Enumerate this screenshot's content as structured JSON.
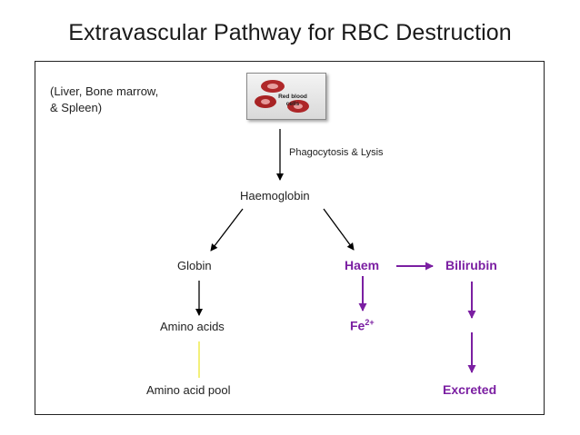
{
  "title": "Extravascular Pathway for RBC Destruction",
  "location": {
    "line1": "(Liver, Bone marrow,",
    "line2": "& Spleen)"
  },
  "image": {
    "caption_line1": "Red blood",
    "caption_line2": "cells",
    "icon": "red-blood-cells-image"
  },
  "steps": {
    "phagocytosis": "Phagocytosis & Lysis",
    "haemoglobin": "Haemoglobin",
    "globin": "Globin",
    "amino_acids": "Amino acids",
    "amino_acid_pool": "Amino acid pool",
    "haem": "Haem",
    "bilirubin": "Bilirubin",
    "iron_base": "Fe",
    "iron_charge": "2+",
    "excreted": "Excreted"
  },
  "colors": {
    "purple": "#7b1fa2",
    "black_arrow": "#000000",
    "yellow_arrow": "#f3f07a"
  }
}
